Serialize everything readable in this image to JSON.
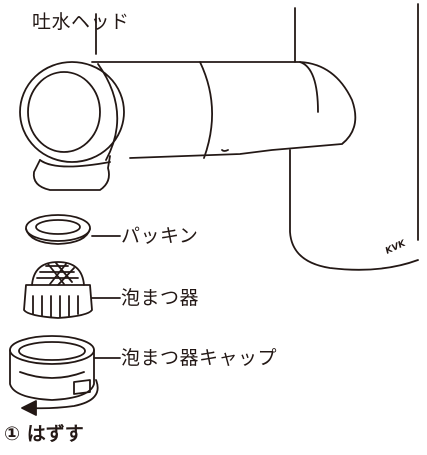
{
  "labels": {
    "spout_head": "吐水ヘッド",
    "packing": "パッキン",
    "aerator": "泡まつ器",
    "aerator_cap": "泡まつ器キャップ"
  },
  "brand_mark": "KVK",
  "step": {
    "number": "①",
    "instruction": "はずす"
  },
  "colors": {
    "line": "#231815",
    "background": "#ffffff"
  }
}
